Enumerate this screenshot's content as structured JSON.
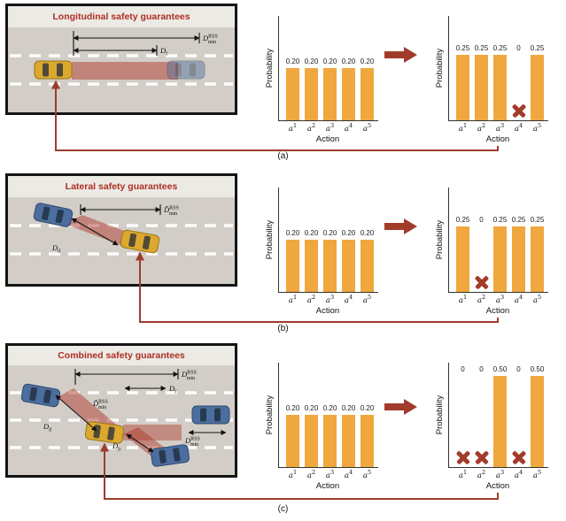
{
  "figure": {
    "captions": {
      "a": "(a)",
      "b": "(b)",
      "c": "(c)"
    },
    "panels": {
      "a": {
        "title": "Longitudinal safety guarantees",
        "labels": {
          "dmin": {
            "main": "D",
            "sub": "min",
            "sup": "RSS"
          },
          "df": {
            "main": "D",
            "sub": "f"
          }
        }
      },
      "b": {
        "title": "Lateral safety guarantees",
        "labels": {
          "dmin_tilde": {
            "main": "D̃",
            "sub": "min",
            "sup": "RSS"
          },
          "dd": {
            "main": "D",
            "sub": "d"
          }
        }
      },
      "c": {
        "title": "Combined safety guarantees",
        "labels": {
          "dmin_top": {
            "main": "D",
            "sub": "min",
            "sup": "RSS"
          },
          "df": {
            "main": "D",
            "sub": "f"
          },
          "dmin_tilde": {
            "main": "D̃",
            "sub": "min",
            "sup": "RSS"
          },
          "dd": {
            "main": "D",
            "sub": "d"
          },
          "db": {
            "main": "D",
            "sub": "b"
          },
          "dmin_bottom": {
            "main": "D",
            "sub": "min",
            "sup": "RSS"
          }
        }
      }
    },
    "colors": {
      "bar": "#F0A73E",
      "accent_red": "#A33B2B",
      "connector_red": "#9C3D2E",
      "road_gray": "#D2CEC7",
      "car_blue": "#4B6E9E",
      "car_yellow": "#DCA92F",
      "danger_zone": "#B03A2E"
    }
  },
  "chart_data": [
    {
      "id": "a-initial",
      "type": "bar",
      "categories": [
        "a1",
        "a2",
        "a3",
        "a4",
        "a5"
      ],
      "values": [
        0.2,
        0.2,
        0.2,
        0.2,
        0.2
      ],
      "value_labels": [
        "0.20",
        "0.20",
        "0.20",
        "0.20",
        "0.20"
      ],
      "masked": [],
      "xlabel": "Action",
      "ylabel": "Probability",
      "ylim": [
        0,
        0.4
      ]
    },
    {
      "id": "a-masked",
      "type": "bar",
      "categories": [
        "a1",
        "a2",
        "a3",
        "a4",
        "a5"
      ],
      "values": [
        0.25,
        0.25,
        0.25,
        0,
        0.25
      ],
      "value_labels": [
        "0.25",
        "0.25",
        "0.25",
        "0",
        "0.25"
      ],
      "masked": [
        3
      ],
      "xlabel": "Action",
      "ylabel": "Probability",
      "ylim": [
        0,
        0.4
      ]
    },
    {
      "id": "b-initial",
      "type": "bar",
      "categories": [
        "a1",
        "a2",
        "a3",
        "a4",
        "a5"
      ],
      "values": [
        0.2,
        0.2,
        0.2,
        0.2,
        0.2
      ],
      "value_labels": [
        "0.20",
        "0.20",
        "0.20",
        "0.20",
        "0.20"
      ],
      "masked": [],
      "xlabel": "Action",
      "ylabel": "Probability",
      "ylim": [
        0,
        0.4
      ]
    },
    {
      "id": "b-masked",
      "type": "bar",
      "categories": [
        "a1",
        "a2",
        "a3",
        "a4",
        "a5"
      ],
      "values": [
        0.25,
        0,
        0.25,
        0.25,
        0.25
      ],
      "value_labels": [
        "0.25",
        "0",
        "0.25",
        "0.25",
        "0.25"
      ],
      "masked": [
        1
      ],
      "xlabel": "Action",
      "ylabel": "Probability",
      "ylim": [
        0,
        0.4
      ]
    },
    {
      "id": "c-initial",
      "type": "bar",
      "categories": [
        "a1",
        "a2",
        "a3",
        "a4",
        "a5"
      ],
      "values": [
        0.2,
        0.2,
        0.2,
        0.2,
        0.2
      ],
      "value_labels": [
        "0.20",
        "0.20",
        "0.20",
        "0.20",
        "0.20"
      ],
      "masked": [],
      "xlabel": "Action",
      "ylabel": "Probability",
      "ylim": [
        0,
        0.4
      ]
    },
    {
      "id": "c-masked",
      "type": "bar",
      "categories": [
        "a1",
        "a2",
        "a3",
        "a4",
        "a5"
      ],
      "values": [
        0,
        0,
        0.5,
        0,
        0.5
      ],
      "value_labels": [
        "0",
        "0",
        "0.50",
        "0",
        "0.50"
      ],
      "masked": [
        0,
        1,
        3
      ],
      "xlabel": "Action",
      "ylabel": "Probability",
      "ylim": [
        0,
        0.57
      ]
    }
  ]
}
